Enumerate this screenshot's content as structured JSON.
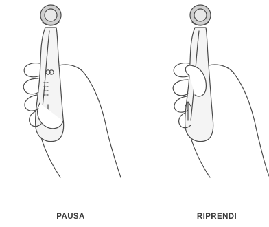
{
  "figure": {
    "panels": [
      {
        "id": "pause",
        "caption": "PAUSA",
        "arrow_direction": "down"
      },
      {
        "id": "resume",
        "caption": "RIPRENDI",
        "arrow_direction": "up"
      }
    ],
    "colors": {
      "line": "#4a4a4a",
      "device_fill": "#f4f4f4",
      "head_fill": "#cfcfcf"
    }
  }
}
